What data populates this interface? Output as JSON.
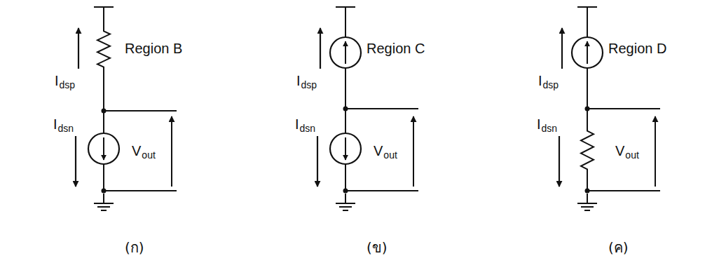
{
  "diagram": {
    "labels": [
      "I",
      "dsp",
      "Region B",
      "I",
      "dsn",
      "V",
      "out",
      "(ก)",
      "I",
      "dsp",
      "Region C",
      "I",
      "dsn",
      "V",
      "out",
      "(ข)",
      "I",
      "dsp",
      "Region D",
      "I",
      "dsn",
      "V",
      "out",
      "(ค)"
    ]
  }
}
